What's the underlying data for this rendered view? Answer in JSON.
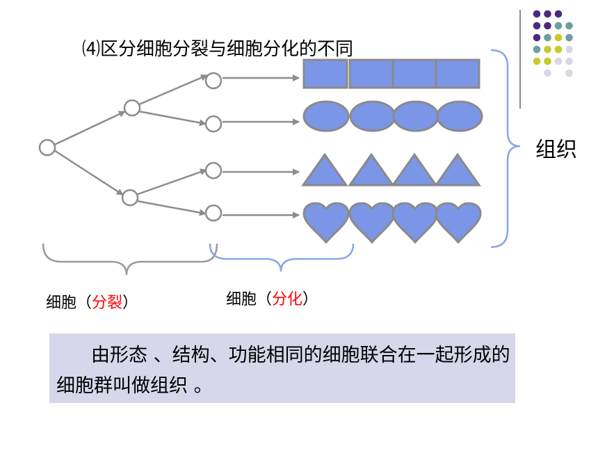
{
  "title": "⑷区分细胞分裂与细胞分化的不同",
  "tissue_label": "组织",
  "division_label": {
    "prefix": "细胞（",
    "keyword": "分裂",
    "suffix": "）"
  },
  "differentiation_label": {
    "prefix": "细胞（",
    "keyword": "分化",
    "suffix": "）"
  },
  "definition": "由形态 、结构、功能相同的细胞联合在一起形成的细胞群叫做组织 。",
  "colors": {
    "shape_fill": "#7b96e6",
    "shape_stroke": "#8a8a8a",
    "arrow": "#8c8c8c",
    "brace_gray": "#9a9a9a",
    "brace_blue": "#8aa6e6",
    "keyword_red": "#ff0000",
    "definition_bg": "#d6d7ea",
    "dot_purple": "#4b2a7b",
    "dot_teal": "#6f9ea0",
    "dot_yellow": "#c9c92a",
    "dot_light": "#d8d8e4"
  },
  "shape_rows": [
    "square",
    "ellipse",
    "triangle",
    "heart"
  ]
}
